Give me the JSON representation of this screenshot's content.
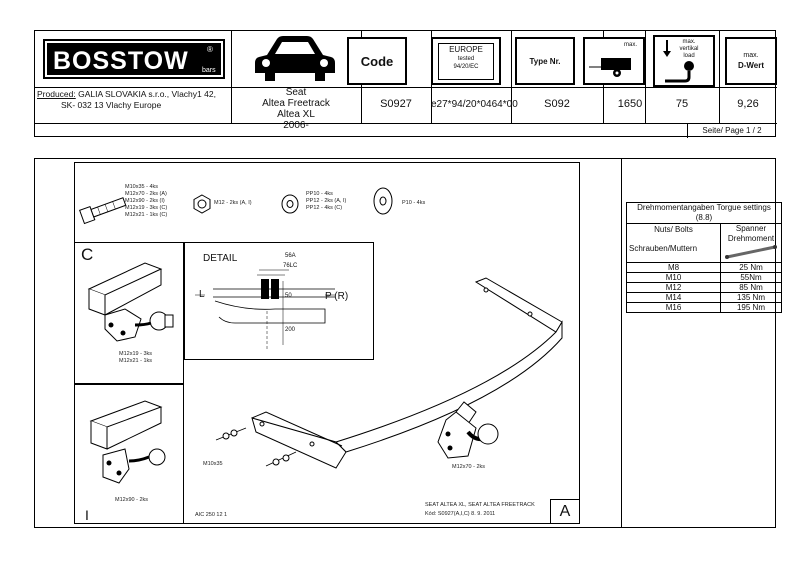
{
  "header": {
    "brand": "BOSSTOW",
    "brand_reg": "®",
    "brand_sub": "bars",
    "icons": {
      "car": "car-icon",
      "code_label": "Code",
      "europe_title": "EUROPE",
      "europe_tested": "tested",
      "europe_norm": "94/20/EC",
      "type_label": "Type Nr.",
      "max_label": "max.",
      "vert_line1": "max.",
      "vert_line2": "vertikal",
      "vert_line3": "load",
      "dwert_line1": "max.",
      "dwert_line2": "D-Wert"
    },
    "producer_label": "Produced:",
    "producer_line1": "GALIA SLOVAKIA s.r.o., Vlachy1 42,",
    "producer_line2": "SK- 032 13 Vlachy    Europe",
    "vehicle": [
      "Seat",
      "Altea Freetrack",
      "Altea XL",
      "2006-"
    ],
    "code": "S0927",
    "approval": "e27*94/20*0464*00",
    "type_nr": "S092",
    "max_load": "1650",
    "vertical_load": "75",
    "d_value": "9,26",
    "page": "Seite/ Page  1 / 2"
  },
  "drawing": {
    "parts": {
      "bolts": [
        "M10x35 - 4ks",
        "M12x70 - 2ks (A)",
        "M12x90 - 2ks (I)",
        "M12x19 - 3ks (C)",
        "M12x21 - 1ks (C)"
      ],
      "nut": "M12 - 2ks (A, I)",
      "washers": [
        "PP10 - 4ks",
        "PP12 - 2ks (A, I)",
        "PP12 - 4ks (C)"
      ],
      "washer_big": "P10 - 4ks"
    },
    "section_c": {
      "letter": "C",
      "labels": [
        "M12x19 - 3ks",
        "M12x21 - 1ks"
      ]
    },
    "detail": {
      "title": "DETAIL",
      "dim1": "56A",
      "dim2": "76LC",
      "dim3": "50",
      "dim4": "200",
      "left": "L",
      "right": "P (R)"
    },
    "section_i": {
      "letter": "I",
      "label": "M12x90 - 2ks"
    },
    "main": {
      "letter": "A",
      "label_bolt": "M10x35",
      "label_ball": "M12x70 - 2ks",
      "drawing_no": "AIC 250 12 1",
      "vehicle_caption": "SEAT ALTEA XL, SEAT ALTEA FREETRACK",
      "code_caption": "Kód: S0927(A,I,C)  8. 9. 2011"
    }
  },
  "torque": {
    "title": "Drehmomentangaben Torgue settings (8.8)",
    "col1_line1": "Nuts/ Bolts",
    "col1_line2": "Schrauben/Muttern",
    "col2_line1": "Spanner",
    "col2_line2": "Drehmoment",
    "rows": [
      {
        "size": "M8",
        "value": "25 Nm"
      },
      {
        "size": "M10",
        "value": "55Nm"
      },
      {
        "size": "M12",
        "value": "85 Nm"
      },
      {
        "size": "M14",
        "value": "135 Nm"
      },
      {
        "size": "M16",
        "value": "195 Nm"
      }
    ]
  }
}
